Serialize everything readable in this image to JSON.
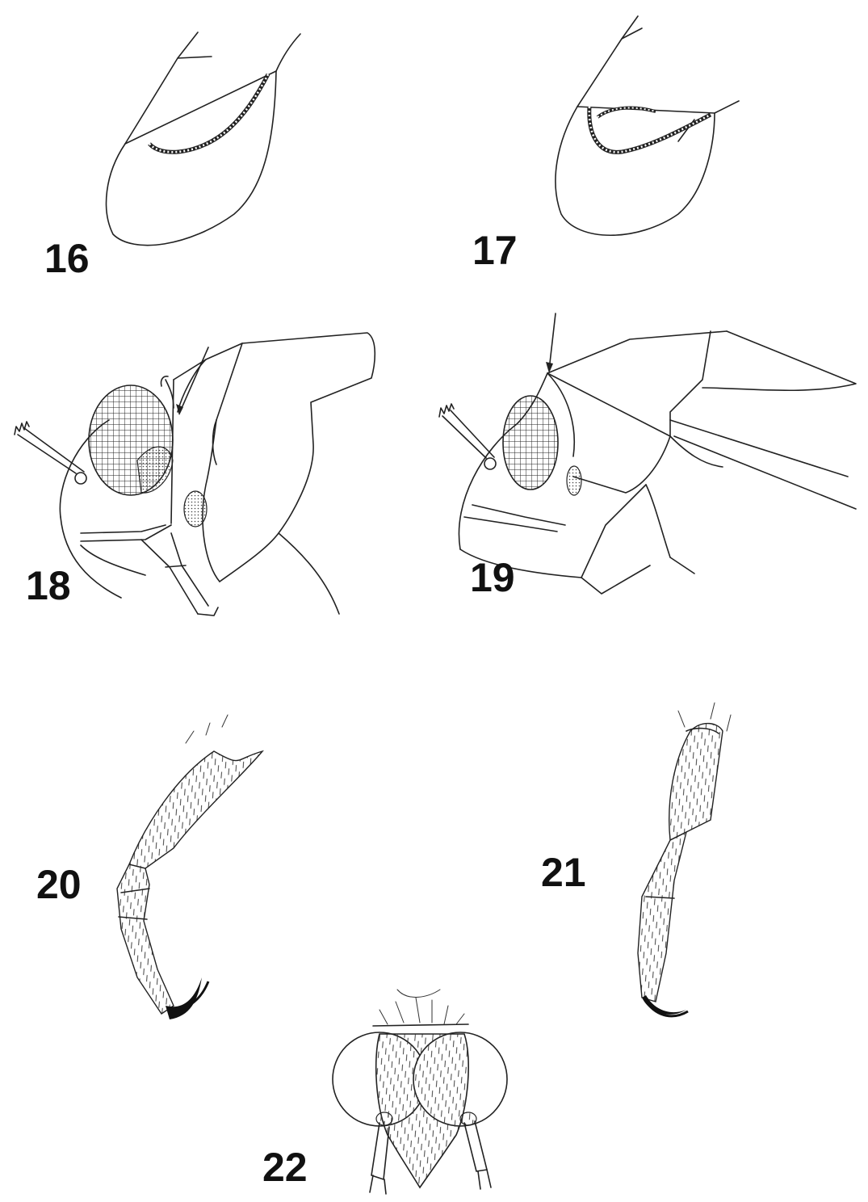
{
  "figures": [
    {
      "id": "fig16",
      "label": "16"
    },
    {
      "id": "fig17",
      "label": "17"
    },
    {
      "id": "fig18",
      "label": "18"
    },
    {
      "id": "fig19",
      "label": "19"
    },
    {
      "id": "fig20",
      "label": "20"
    },
    {
      "id": "fig21",
      "label": "21"
    },
    {
      "id": "fig22",
      "label": "22"
    }
  ]
}
